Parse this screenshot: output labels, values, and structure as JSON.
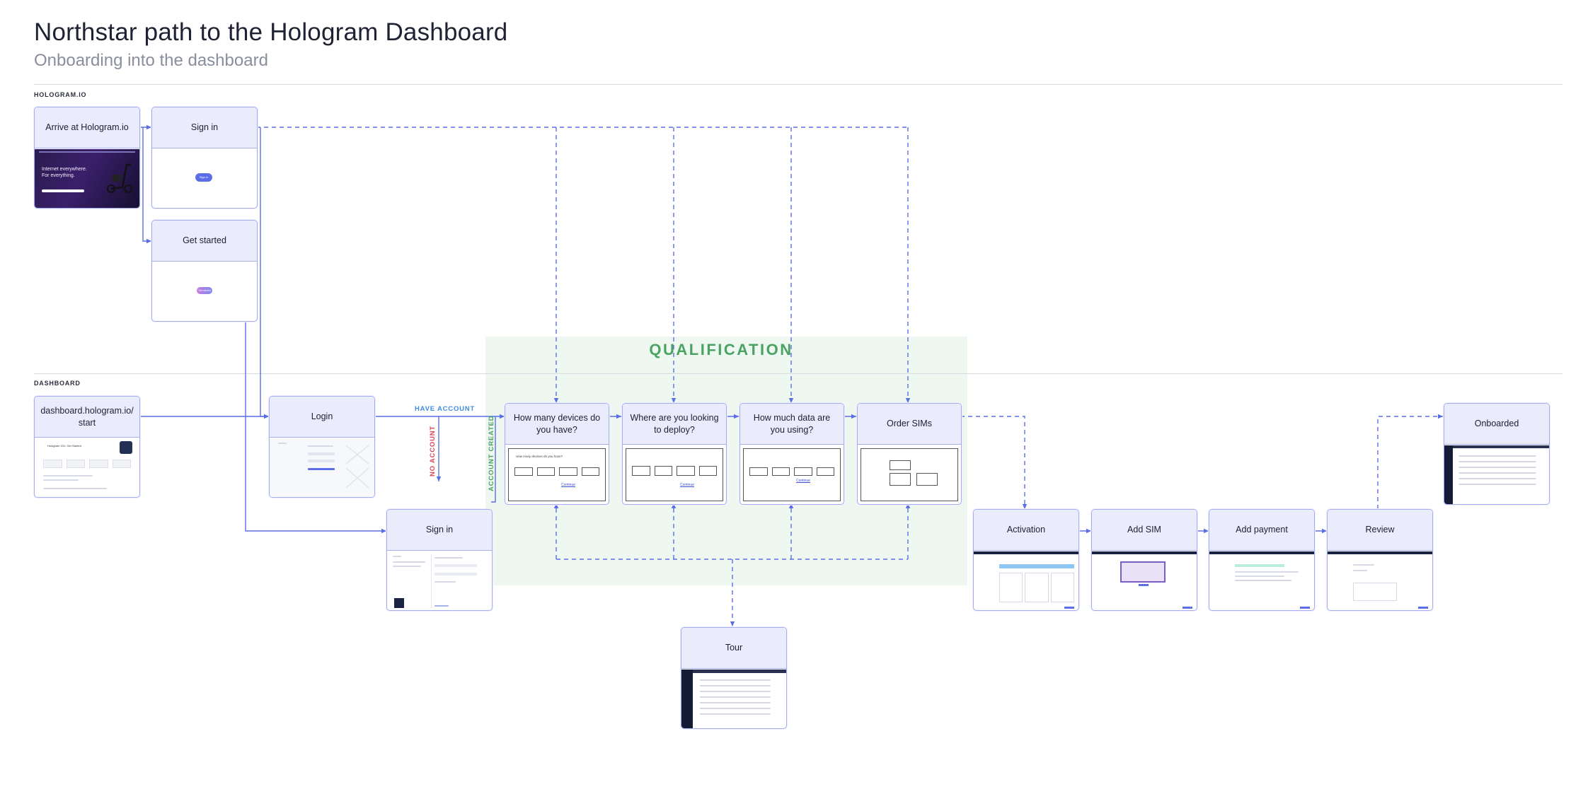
{
  "header": {
    "title": "Northstar path to the Hologram Dashboard",
    "subtitle": "Onboarding into the dashboard"
  },
  "sections": {
    "hologram": "HOLOGRAM.IO",
    "dashboard": "DASHBOARD"
  },
  "qualification": {
    "label": "QUALIFICATION"
  },
  "flow_labels": {
    "have_account": "HAVE ACCOUNT",
    "no_account": "NO ACCOUNT",
    "account_created": "ACCOUNT CREATED"
  },
  "colors": {
    "connector": "#5b6ee8",
    "card_border": "#a6aef0",
    "card_header": "#ebecfb",
    "qualification_bg": "#eff8f0",
    "qualification_text": "#4aa362",
    "have_account": "#3d8de0",
    "no_account": "#e0455a",
    "account_created": "#4aa362"
  },
  "cards": {
    "arrive": "Arrive at Hologram.io",
    "signin_top": "Sign in",
    "get_started": "Get started",
    "dashboard_start": "dashboard.hologram.io/ start",
    "login": "Login",
    "signin_dash": "Sign in",
    "q_devices": "How many devices do you have?",
    "q_deploy": "Where are you looking to deploy?",
    "q_data": "How much data are you using?",
    "order_sims": "Order SIMs",
    "activation": "Activation",
    "add_sim": "Add SIM",
    "add_payment": "Add payment",
    "review": "Review",
    "onboarded": "Onboarded",
    "tour": "Tour"
  },
  "thumbnails": {
    "arrive_hero": "Internet everywhere. For everything.",
    "signin_button": "Sign in",
    "get_started_button": "Get started",
    "dashboard_heading": "Hologram 101: Get Started",
    "sketch_question": "How many devices do you have?",
    "sketch_continue": "Continue"
  }
}
